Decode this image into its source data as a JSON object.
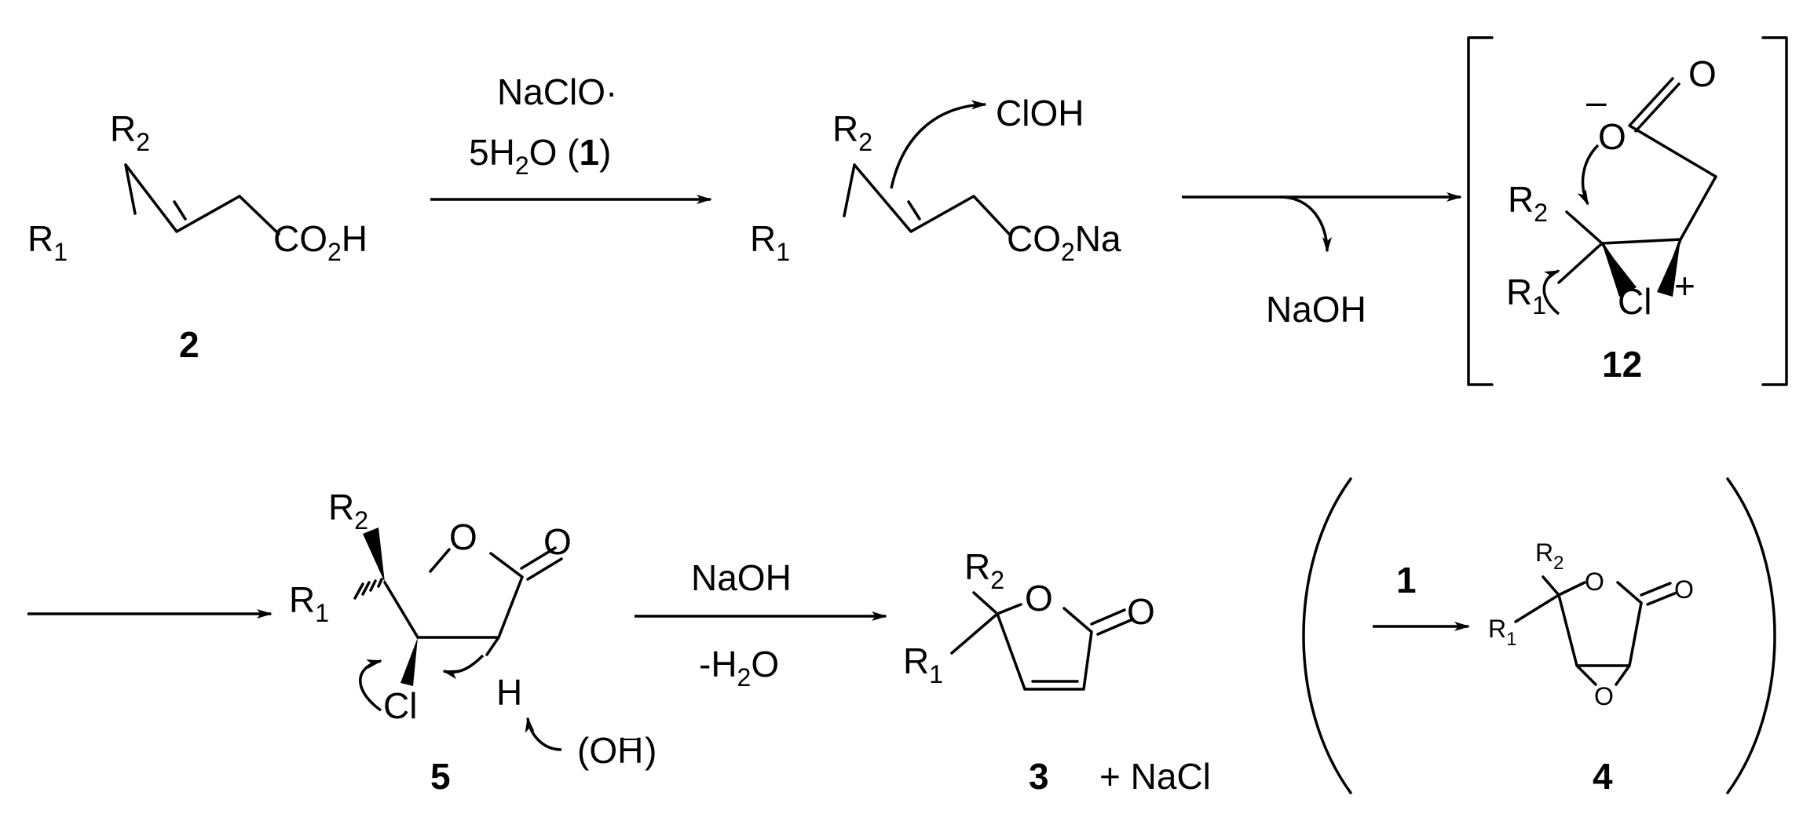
{
  "compounds": {
    "c2": {
      "number": "2",
      "r1": "R",
      "r1_sub": "1",
      "r2": "R",
      "r2_sub": "2",
      "acid": "CO",
      "acid_sub": "2",
      "acid_end": "H"
    },
    "salt": {
      "r1": "R",
      "r1_sub": "1",
      "r2": "R",
      "r2_sub": "2",
      "group": "CO",
      "group_sub": "2",
      "group_end": "Na"
    },
    "c12": {
      "number": "12",
      "oxygen": "O",
      "carbonyl_o": "O",
      "minus": "–",
      "r1": "R",
      "r1_sub": "1",
      "r2": "R",
      "r2_sub": "2",
      "cl": "Cl",
      "plus": "+"
    },
    "c5": {
      "number": "5",
      "r1": "R",
      "r1_sub": "1",
      "r2": "R",
      "r2_sub": "2",
      "ring_o": "O",
      "carbonyl_o": "O",
      "cl": "Cl",
      "h": "H",
      "hydroxide": "(OH",
      "hydroxide_charge": "–",
      "hydroxide_close": ")"
    },
    "c3": {
      "number": "3",
      "r1": "R",
      "r1_sub": "1",
      "r2": "R",
      "r2_sub": "2",
      "ring_o": "O",
      "carbonyl_o": "O",
      "byproduct": "+ NaCl"
    },
    "c4": {
      "number": "4",
      "r1": "R",
      "r1_sub": "1",
      "r2": "R",
      "r2_sub": "2",
      "ring_o": "O",
      "carbonyl_o": "O",
      "epoxide_o": "O"
    }
  },
  "reagents": {
    "step1_line1": "NaClO·",
    "step1_line2_pre": "5H",
    "step1_line2_sub": "2",
    "step1_line2_post": "O (",
    "step1_line2_bold": "1",
    "step1_line2_close": ")",
    "leaving": "ClOH",
    "step2_byproduct": "NaOH",
    "step4_reagent": "NaOH",
    "step4_minus": "-H",
    "step4_sub": "2",
    "step4_post": "O",
    "step5_reagent": "1"
  }
}
